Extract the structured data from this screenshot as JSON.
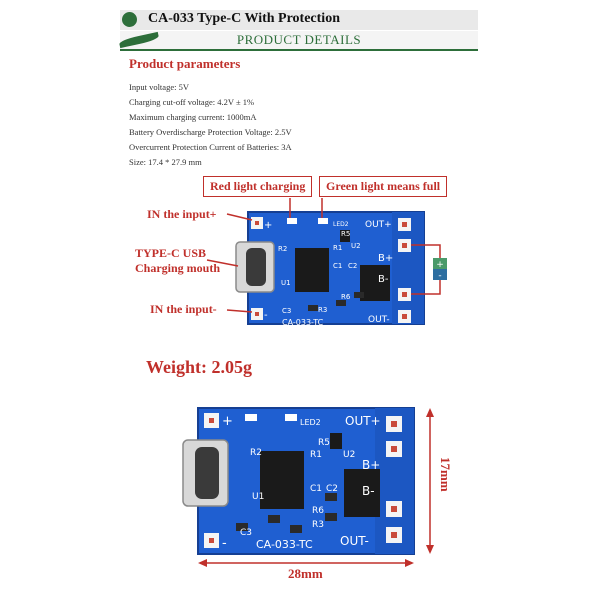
{
  "header": {
    "title": "CA-033 Type-C With Protection",
    "subtitle": "PRODUCT DETAILS"
  },
  "params": {
    "title": "Product parameters",
    "items": [
      "Input voltage: 5V",
      "Charging cut-off voltage: 4.2V ± 1%",
      "Maximum charging current: 1000mA",
      "Battery Overdischarge Protection Voltage: 2.5V",
      "Overcurrent Protection Current of Batteries: 3A",
      "Size: 17.4 * 27.9 mm"
    ]
  },
  "diagram1": {
    "red_light": "Red light charging",
    "green_light": "Green light means full",
    "in_plus": "IN the input+",
    "typec_line1": "TYPE-C USB",
    "typec_line2": "Charging mouth",
    "in_minus": "IN the input-",
    "battery_plus": "+",
    "battery_minus": "-"
  },
  "pcb": {
    "plus": "+",
    "minus": "-",
    "led2": "LED2",
    "out_plus": "OUT+",
    "out_minus": "OUT-",
    "b_plus": "B+",
    "b_minus": "B-",
    "model": "CA-033-TC",
    "r1": "R1",
    "r2": "R2",
    "r3": "R3",
    "r5": "R5",
    "r6": "R6",
    "c1": "C1",
    "c2": "C2",
    "c3": "C3",
    "u1": "U1",
    "u2": "U2"
  },
  "weight": "Weight: 2.05g",
  "dimensions": {
    "height": "17mm",
    "width": "28mm"
  },
  "colors": {
    "pcb_blue": "#1f5fd1",
    "accent_red": "#c0302b",
    "header_green": "#2d6e3a"
  }
}
